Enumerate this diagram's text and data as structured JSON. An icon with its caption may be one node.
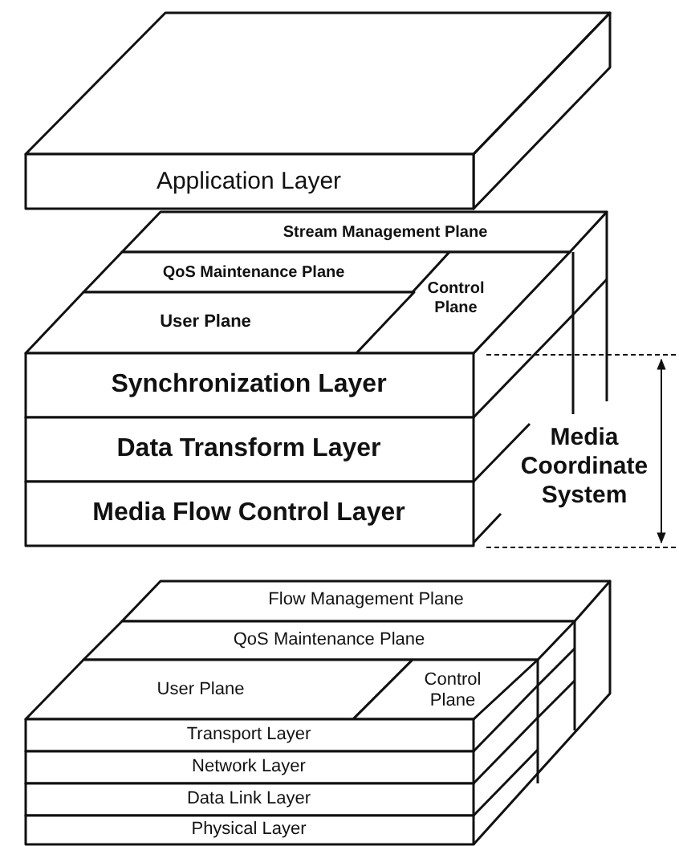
{
  "diagram": {
    "nodes": [
      {
        "text": [
          "Application Layer"
        ]
      },
      {
        "text": [
          "Stream Management Plane"
        ]
      },
      {
        "text": [
          "QoS Maintenance Plane"
        ]
      },
      {
        "text": [
          "Control Plane"
        ]
      },
      {
        "text": [
          "User Plane"
        ]
      },
      {
        "text": [
          "Synchronization Layer"
        ]
      },
      {
        "text": [
          "Data Transform Layer"
        ]
      },
      {
        "text": [
          "Media Flow Control Layer"
        ]
      },
      {
        "text": [
          "Flow Management Plane"
        ]
      },
      {
        "text": [
          "QoS Maintenance Plane"
        ]
      },
      {
        "text": [
          "User Plane"
        ]
      },
      {
        "text": [
          "Control Plane"
        ]
      },
      {
        "text": [
          "Transport Layer"
        ]
      },
      {
        "text": [
          "Network Layer"
        ]
      },
      {
        "text": [
          "Data Link Layer"
        ]
      },
      {
        "text": [
          "Physical Layer"
        ]
      }
    ],
    "labels": [
      "Media Coordinate System"
    ]
  }
}
